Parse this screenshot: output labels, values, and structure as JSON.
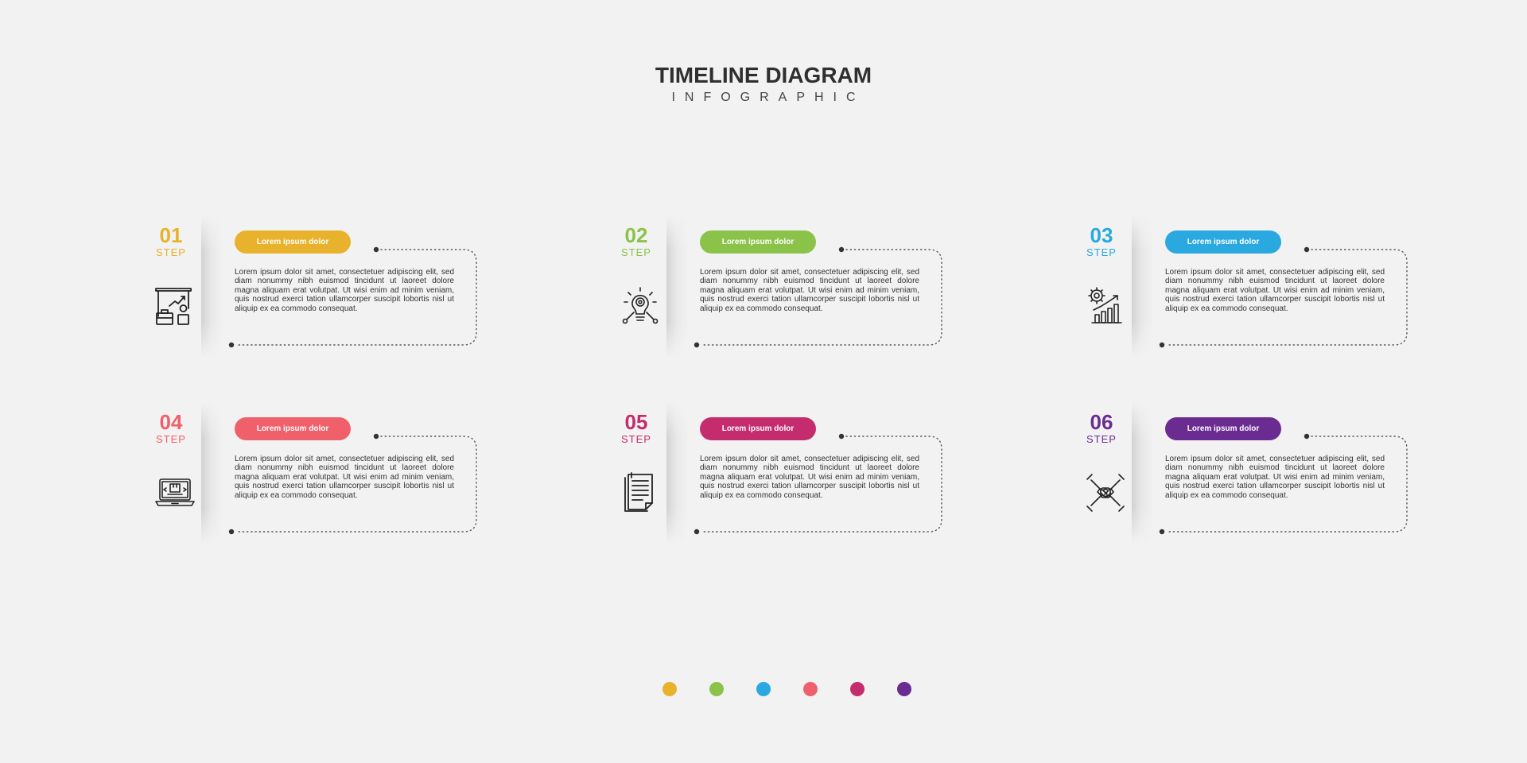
{
  "title": "TIMELINE DIAGRAM",
  "subtitle": "INFOGRAPHIC",
  "step_word": "STEP",
  "steps": [
    {
      "num": "01",
      "label": "Lorem ipsum dolor",
      "color": "#e8b22c",
      "icon": "presentation-chart-icon",
      "text": "Lorem ipsum dolor sit amet, consectetuer adipiscing elit, sed diam nonummy nibh euismod tincidunt ut laoreet dolore magna aliquam erat volutpat. Ut wisi enim ad minim veniam, quis nostrud exerci tation ullamcorper suscipit lobortis nisl ut aliquip ex ea commodo consequat."
    },
    {
      "num": "02",
      "label": "Lorem ipsum dolor",
      "color": "#8bc34a",
      "icon": "lightbulb-idea-icon",
      "text": "Lorem ipsum dolor sit amet, consectetuer adipiscing elit, sed diam nonummy nibh euismod tincidunt ut laoreet dolore magna aliquam erat volutpat. Ut wisi enim ad minim veniam, quis nostrud exerci tation ullamcorper suscipit lobortis nisl ut aliquip ex ea commodo consequat."
    },
    {
      "num": "03",
      "label": "Lorem ipsum dolor",
      "color": "#29a9e0",
      "icon": "gear-growth-chart-icon",
      "text": "Lorem ipsum dolor sit amet, consectetuer adipiscing elit, sed diam nonummy nibh euismod tincidunt ut laoreet dolore magna aliquam erat volutpat. Ut wisi enim ad minim veniam, quis nostrud exerci tation ullamcorper suscipit lobortis nisl ut aliquip ex ea commodo consequat."
    },
    {
      "num": "04",
      "label": "Lorem ipsum dolor",
      "color": "#f0606a",
      "icon": "laptop-package-icon",
      "text": "Lorem ipsum dolor sit amet, consectetuer adipiscing elit, sed diam nonummy nibh euismod tincidunt ut laoreet dolore magna aliquam erat volutpat. Ut wisi enim ad minim veniam, quis nostrud exerci tation ullamcorper suscipit lobortis nisl ut aliquip ex ea commodo consequat."
    },
    {
      "num": "05",
      "label": "Lorem ipsum dolor",
      "color": "#c42c6e",
      "icon": "document-icon",
      "text": "Lorem ipsum dolor sit amet, consectetuer adipiscing elit, sed diam nonummy nibh euismod tincidunt ut laoreet dolore magna aliquam erat volutpat. Ut wisi enim ad minim veniam, quis nostrud exerci tation ullamcorper suscipit lobortis nisl ut aliquip ex ea commodo consequat."
    },
    {
      "num": "06",
      "label": "Lorem ipsum dolor",
      "color": "#6a2c91",
      "icon": "teamwork-hands-icon",
      "text": "Lorem ipsum dolor sit amet, consectetuer adipiscing elit, sed diam nonummy nibh euismod tincidunt ut laoreet dolore magna aliquam erat volutpat. Ut wisi enim ad minim veniam, quis nostrud exerci tation ullamcorper suscipit lobortis nisl ut aliquip ex ea commodo consequat."
    }
  ]
}
